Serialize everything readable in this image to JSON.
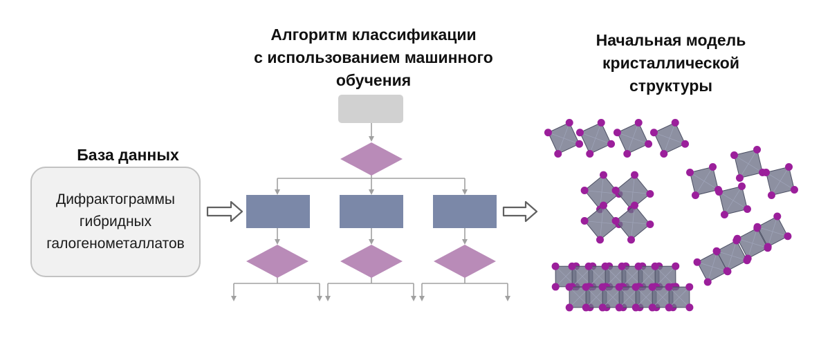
{
  "database": {
    "title": "База данных",
    "lines": [
      "Дифрактограммы",
      "гибридных",
      "галогенометаллатов"
    ]
  },
  "algorithm": {
    "title_lines": [
      "Алгоритм классификации",
      "с использованием машинного",
      "обучения"
    ]
  },
  "model": {
    "title_lines": [
      "Начальная модель",
      "кристаллической",
      "структуры"
    ]
  },
  "colors": {
    "start_box": "#d1d1d1",
    "diamond": "#b98bb8",
    "process_box": "#7b88a8",
    "connector": "#a0a0a0",
    "atom": "#9b1f9b",
    "octahedron": "#6d7187"
  }
}
